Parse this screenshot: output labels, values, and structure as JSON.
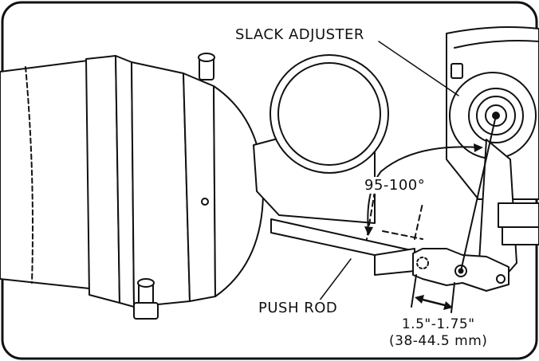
{
  "labels": {
    "slack_adjuster": "SLACK ADJUSTER",
    "angle": "95-100°",
    "push_rod": "PUSH ROD",
    "length_in": "1.5\"-1.75\"",
    "length_mm": "(38-44.5 mm)"
  },
  "colors": {
    "line": "#111111",
    "background": "#ffffff"
  }
}
